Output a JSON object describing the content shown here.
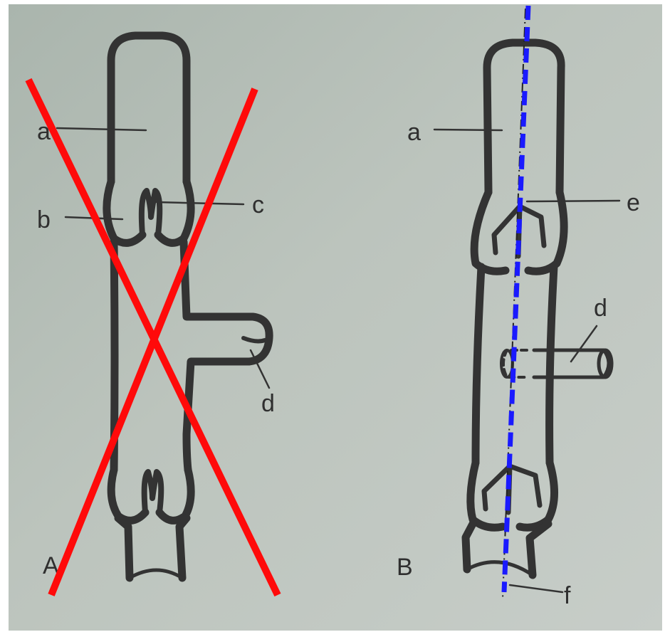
{
  "figures": [
    {
      "panel_label": "A",
      "labels": {
        "a": "a",
        "b": "b",
        "c": "c",
        "d": "d"
      },
      "crossed_out": true
    },
    {
      "panel_label": "B",
      "labels": {
        "a": "a",
        "e": "e",
        "d": "d",
        "f": "f"
      },
      "axis_overlay": true
    }
  ],
  "colors": {
    "paper": "#b8c0b8",
    "ink": "#333333",
    "cross": "#ff0a0a",
    "axis_overlay": "#1a1aff"
  }
}
